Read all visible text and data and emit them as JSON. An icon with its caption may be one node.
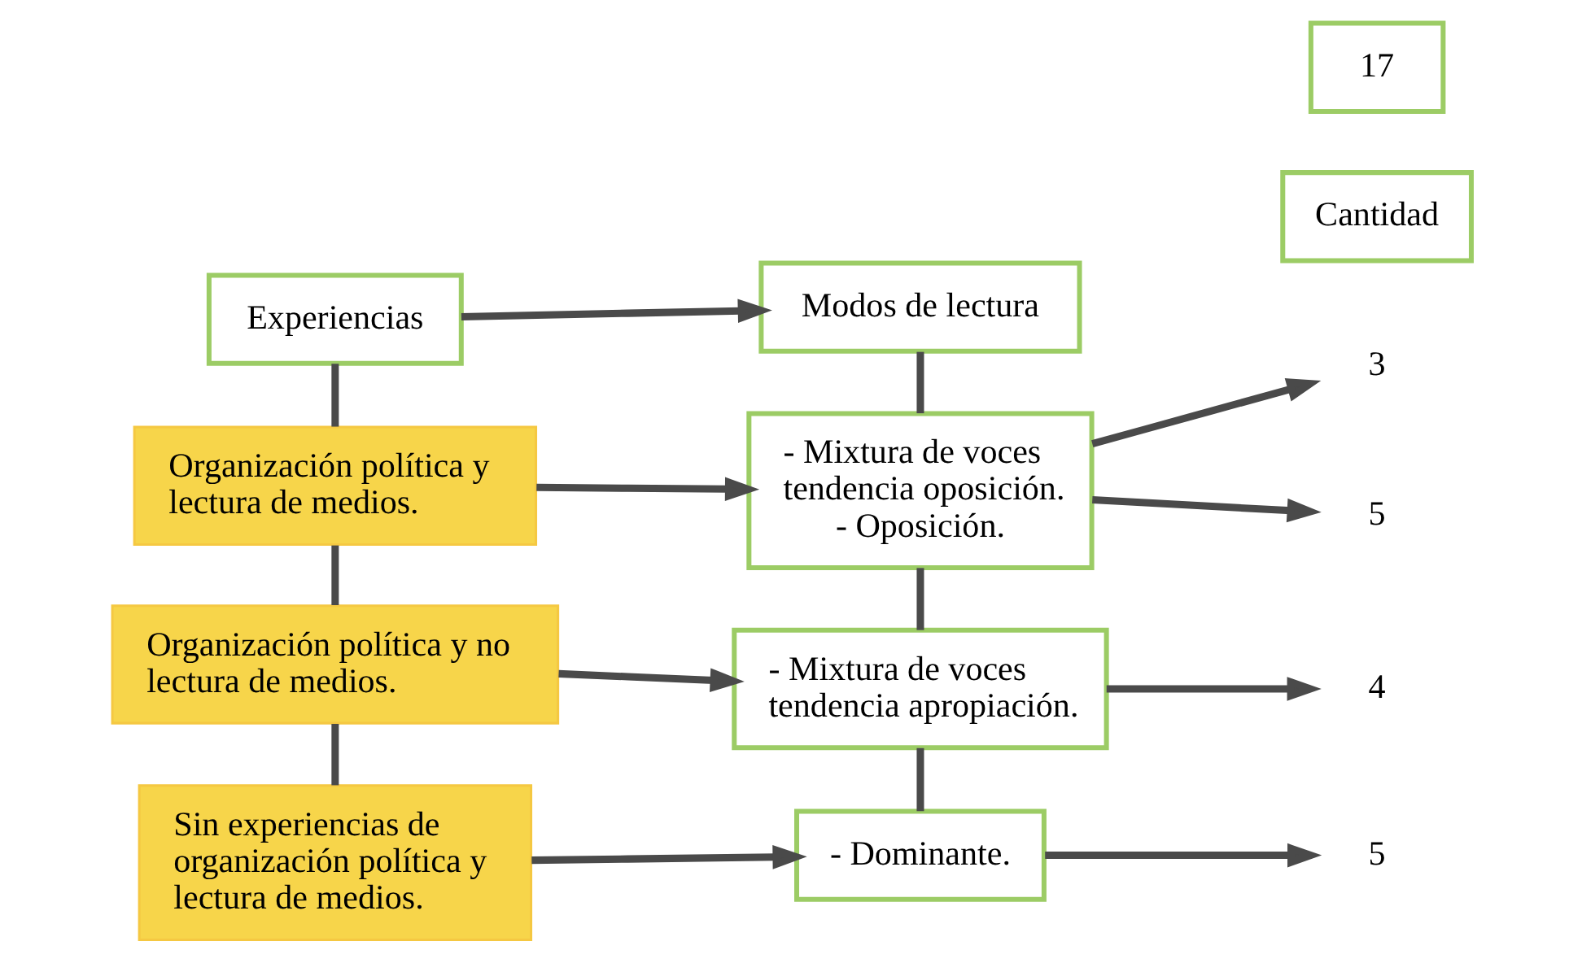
{
  "diagram": {
    "nodes": [
      {
        "text": [
          "Experiencias"
        ]
      },
      {
        "text": [
          "Modos de lectura"
        ]
      },
      {
        "text": [
          "Cantidad"
        ]
      },
      {
        "text": [
          "Organización política y lectura de medios."
        ]
      },
      {
        "text": [
          "- Mixtura de voces tendencia oposición.",
          "- Oposición."
        ]
      },
      {
        "text": [
          "3"
        ]
      },
      {
        "text": [
          "5"
        ]
      },
      {
        "text": [
          "Organización política y no lectura de medios."
        ]
      },
      {
        "text": [
          "- Mixtura de voces tendencia apropiación."
        ]
      },
      {
        "text": [
          "4"
        ]
      },
      {
        "text": [
          "Sin experiencias de organización política y lectura de medios."
        ]
      },
      {
        "text": [
          "- Dominante."
        ]
      },
      {
        "text": [
          "5"
        ]
      },
      {
        "text": [
          "17"
        ]
      }
    ],
    "edges": [
      {
        "from": 0,
        "to": 1,
        "arrow": "to"
      },
      {
        "from": 0,
        "to": 3,
        "arrow": "none"
      },
      {
        "from": 1,
        "to": 4,
        "arrow": "none"
      },
      {
        "from": 3,
        "to": 4,
        "arrow": "to"
      },
      {
        "from": 4,
        "to": 5,
        "arrow": "to"
      },
      {
        "from": 4,
        "to": 6,
        "arrow": "to"
      },
      {
        "from": 3,
        "to": 7,
        "arrow": "none"
      },
      {
        "from": 4,
        "to": 8,
        "arrow": "none"
      },
      {
        "from": 7,
        "to": 8,
        "arrow": "to"
      },
      {
        "from": 8,
        "to": 9,
        "arrow": "to"
      },
      {
        "from": 7,
        "to": 10,
        "arrow": "none"
      },
      {
        "from": 8,
        "to": 11,
        "arrow": "none"
      },
      {
        "from": 10,
        "to": 11,
        "arrow": "to"
      },
      {
        "from": 11,
        "to": 12,
        "arrow": "to"
      }
    ]
  }
}
